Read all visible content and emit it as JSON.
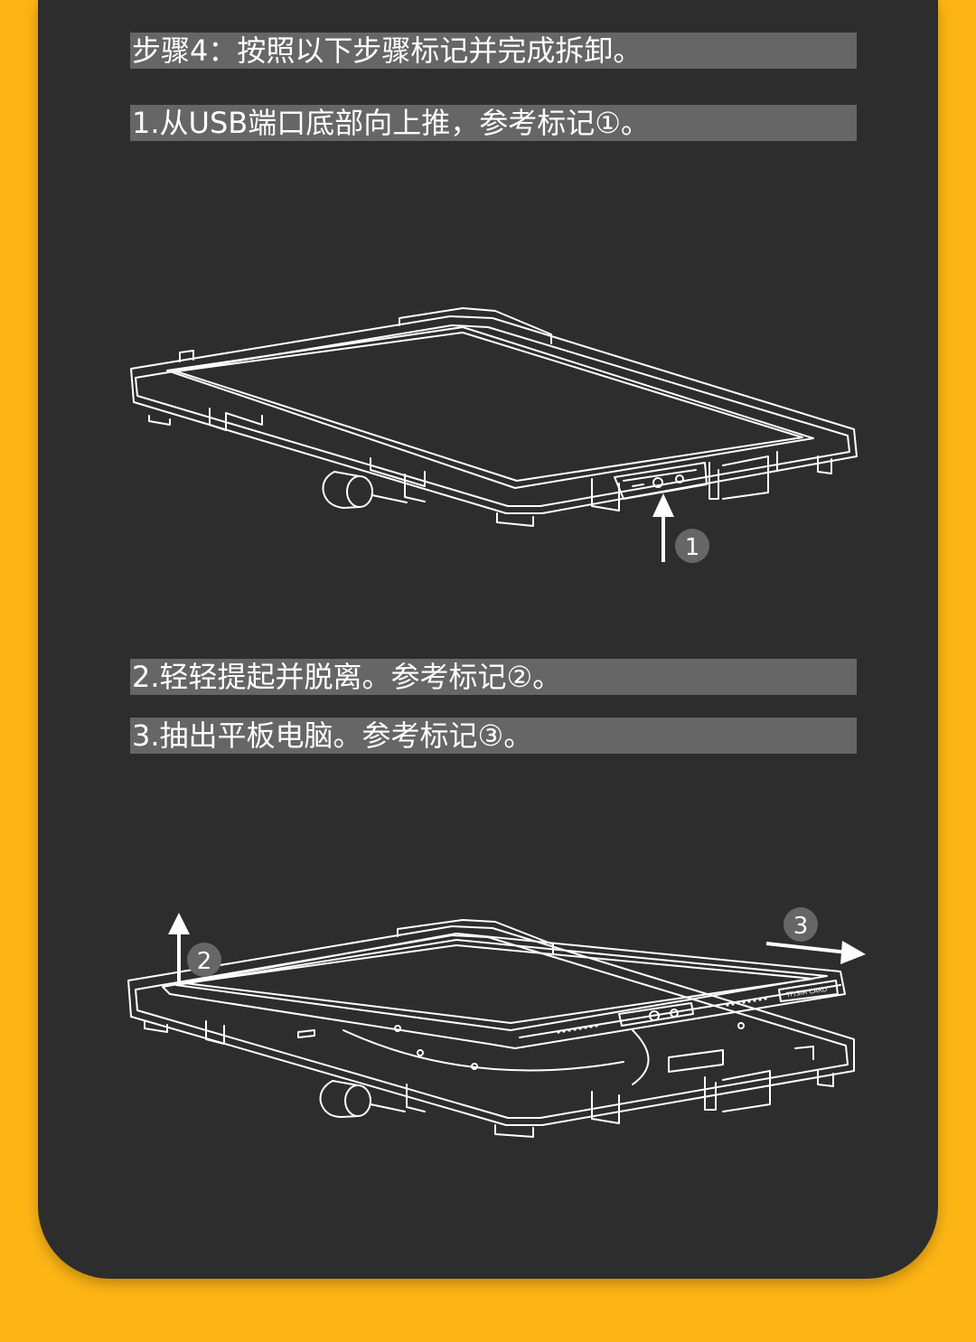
{
  "colors": {
    "background": "#FDB515",
    "panel": "#2D2D2D",
    "bar": "#666666",
    "text": "#FFFFFF",
    "line_art": "#FFFFFF",
    "marker_circle": "#666666"
  },
  "step": {
    "heading": "步骤4：按照以下步骤标记并完成拆卸。"
  },
  "instructions": [
    "1.从USB端口底部向上推，参考标记①。",
    "2.轻轻提起并脱离。参考标记②。",
    "3.抽出平板电脑。参考标记③。"
  ],
  "markers": [
    "1",
    "2",
    "3"
  ],
  "labels": {
    "card_slot": "TF/SIM CARD"
  }
}
